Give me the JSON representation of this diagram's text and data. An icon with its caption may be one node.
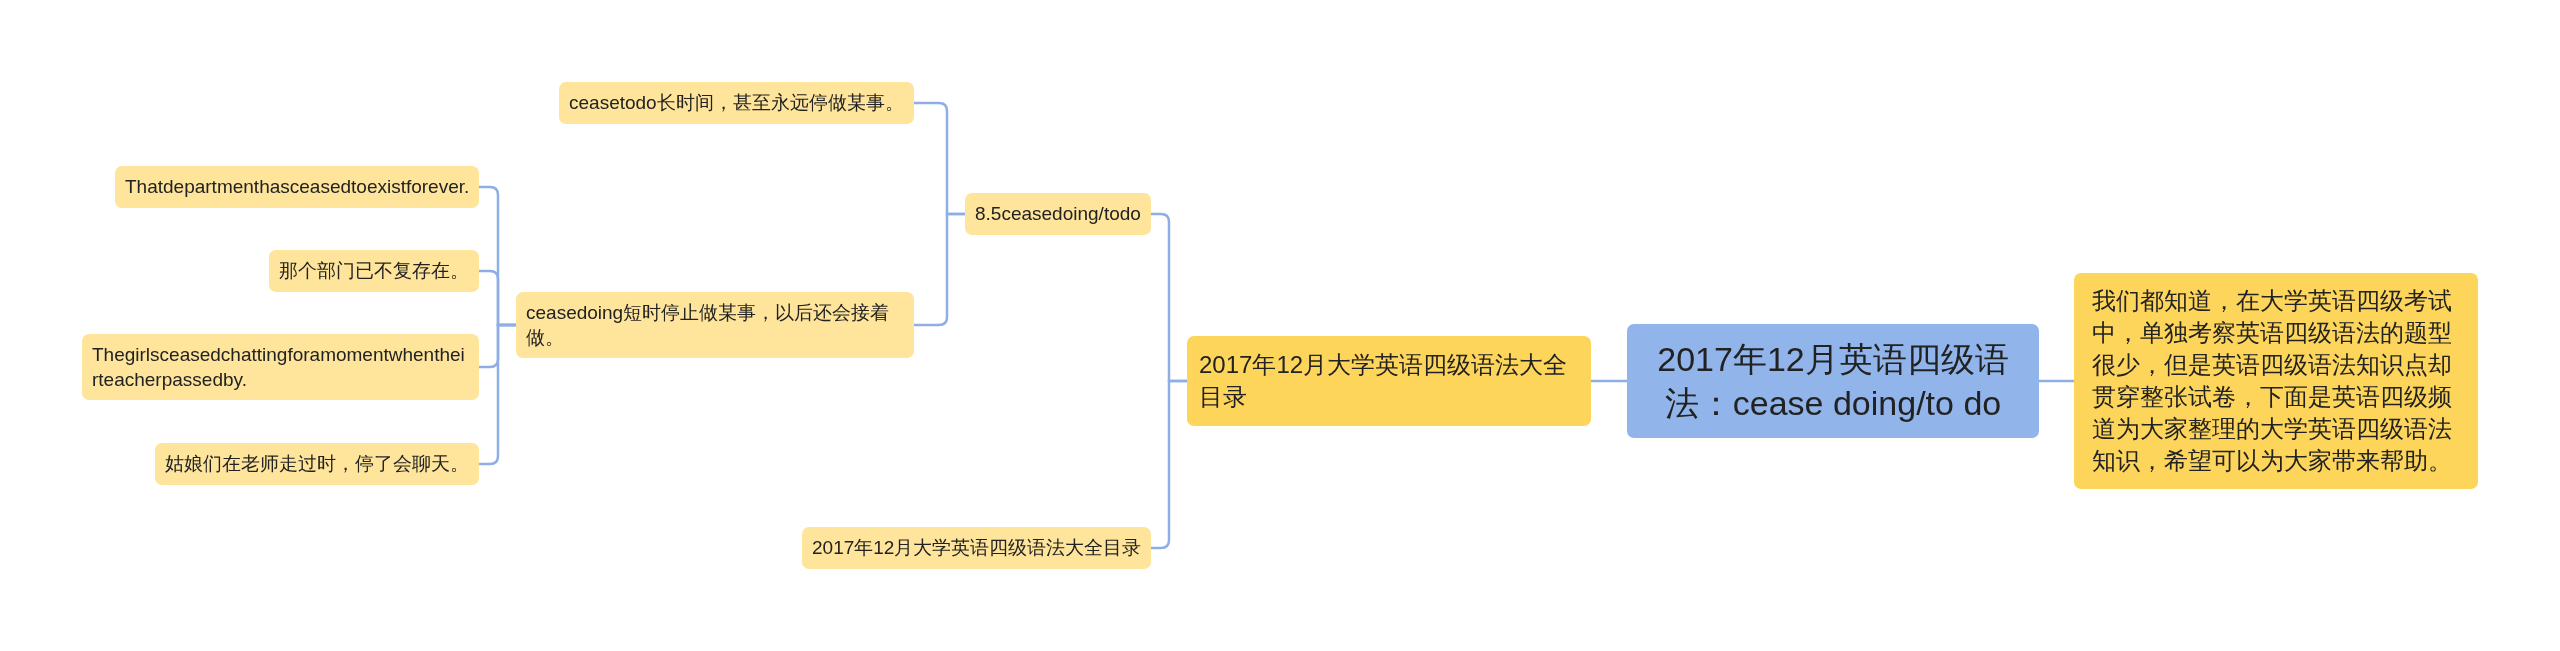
{
  "diagram": {
    "nodes": [
      {
        "text": [
          "2017年12月英语四级语法：cease doing/to do"
        ]
      },
      {
        "text": [
          "我们都知道，在大学英语四级考试中，单独考察英语四级语法的题型很少，但是英语四级语法知识点却贯穿整张试卷，下面是英语四级频道为大家整理的大学英语四级语法知识，希望可以为大家带来帮助。"
        ]
      },
      {
        "text": [
          "2017年12月大学英语四级语法大全目录"
        ]
      },
      {
        "text": [
          "8.5ceasedoing/todo"
        ]
      },
      {
        "text": [
          "ceasetodo长时间，甚至永远停做某事。"
        ]
      },
      {
        "text": [
          "ceasedoing短时停止做某事，以后还会接着做。"
        ]
      },
      {
        "text": [
          "Thatdepartmenthasceasedtoexistforever."
        ]
      },
      {
        "text": [
          "那个部门已不复存在。"
        ]
      },
      {
        "text": [
          "Thegirlsceasedchattingforamomentwhentheirteacherpassedby."
        ]
      },
      {
        "text": [
          "姑娘们在老师走过时，停了会聊天。"
        ]
      },
      {
        "text": [
          "2017年12月大学英语四级语法大全目录"
        ]
      }
    ],
    "edges": [
      {
        "from": 0,
        "to": 1,
        "arrow": "none"
      },
      {
        "from": 0,
        "to": 2,
        "arrow": "none"
      },
      {
        "from": 2,
        "to": 3,
        "arrow": "none"
      },
      {
        "from": 2,
        "to": 10,
        "arrow": "none"
      },
      {
        "from": 3,
        "to": 4,
        "arrow": "none"
      },
      {
        "from": 3,
        "to": 5,
        "arrow": "none"
      },
      {
        "from": 5,
        "to": 6,
        "arrow": "none"
      },
      {
        "from": 5,
        "to": 7,
        "arrow": "none"
      },
      {
        "from": 5,
        "to": 8,
        "arrow": "none"
      },
      {
        "from": 5,
        "to": 9,
        "arrow": "none"
      }
    ]
  }
}
